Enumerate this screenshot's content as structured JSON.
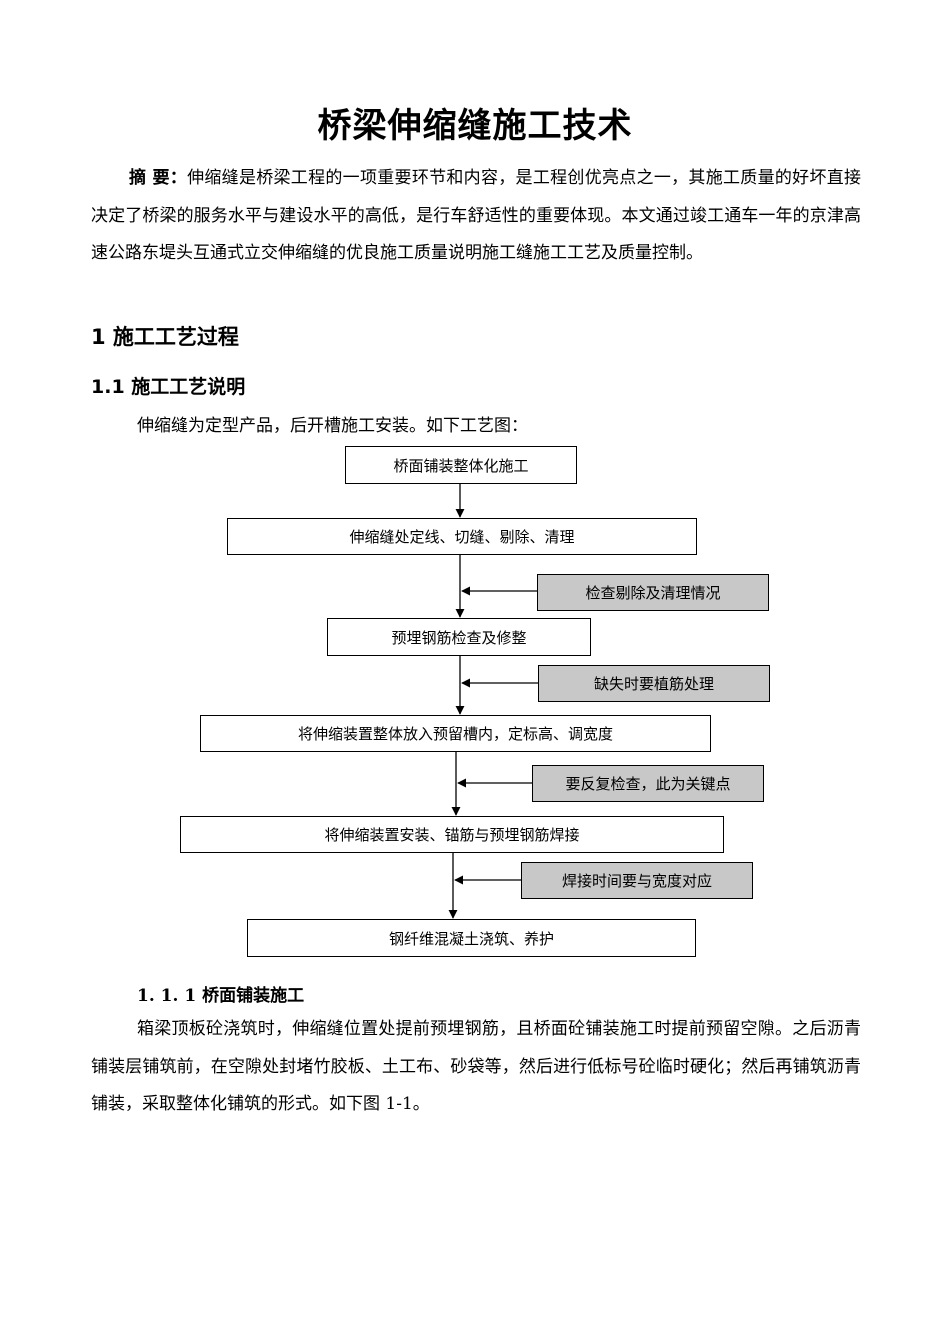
{
  "title": "桥梁伸缩缝施工技术",
  "abstract": {
    "label": "摘  要：",
    "text": "伸缩缝是桥梁工程的一项重要环节和内容，是工程创优亮点之一，其施工质量的好坏直接决定了桥梁的服务水平与建设水平的高低，是行车舒适性的重要体现。本文通过竣工通车一年的京津高速公路东堤头互通式立交伸缩缝的优良施工质量说明施工缝施工工艺及质量控制。"
  },
  "section1": {
    "heading": "1 施工工艺过程"
  },
  "section1_1": {
    "heading": "1.1 施工工艺说明",
    "intro": "伸缩缝为定型产品，后开槽施工安装。如下工艺图："
  },
  "flow": {
    "steps": [
      "桥面铺装整体化施工",
      "伸缩缝处定线、切缝、剔除、清理",
      "预埋钢筋检查及修整",
      "将伸缩装置整体放入预留槽内，定标高、调宽度",
      "将伸缩装置安装、锚筋与预埋钢筋焊接",
      "钢纤维混凝土浇筑、养护"
    ],
    "notes": [
      "检查剔除及清理情况",
      "缺失时要植筋处理",
      "要反复检查，此为关键点",
      "焊接时间要与宽度对应"
    ]
  },
  "section1_1_1": {
    "heading": "1. 1. 1 桥面铺装施工",
    "text": "箱梁顶板砼浇筑时，伸缩缝位置处提前预埋钢筋，且桥面砼铺装施工时提前预留空隙。之后沥青铺装层铺筑前，在空隙处封堵竹胶板、土工布、砂袋等，然后进行低标号砼临时硬化；然后再铺筑沥青铺装，采取整体化铺筑的形式。如下图 1-1。"
  }
}
